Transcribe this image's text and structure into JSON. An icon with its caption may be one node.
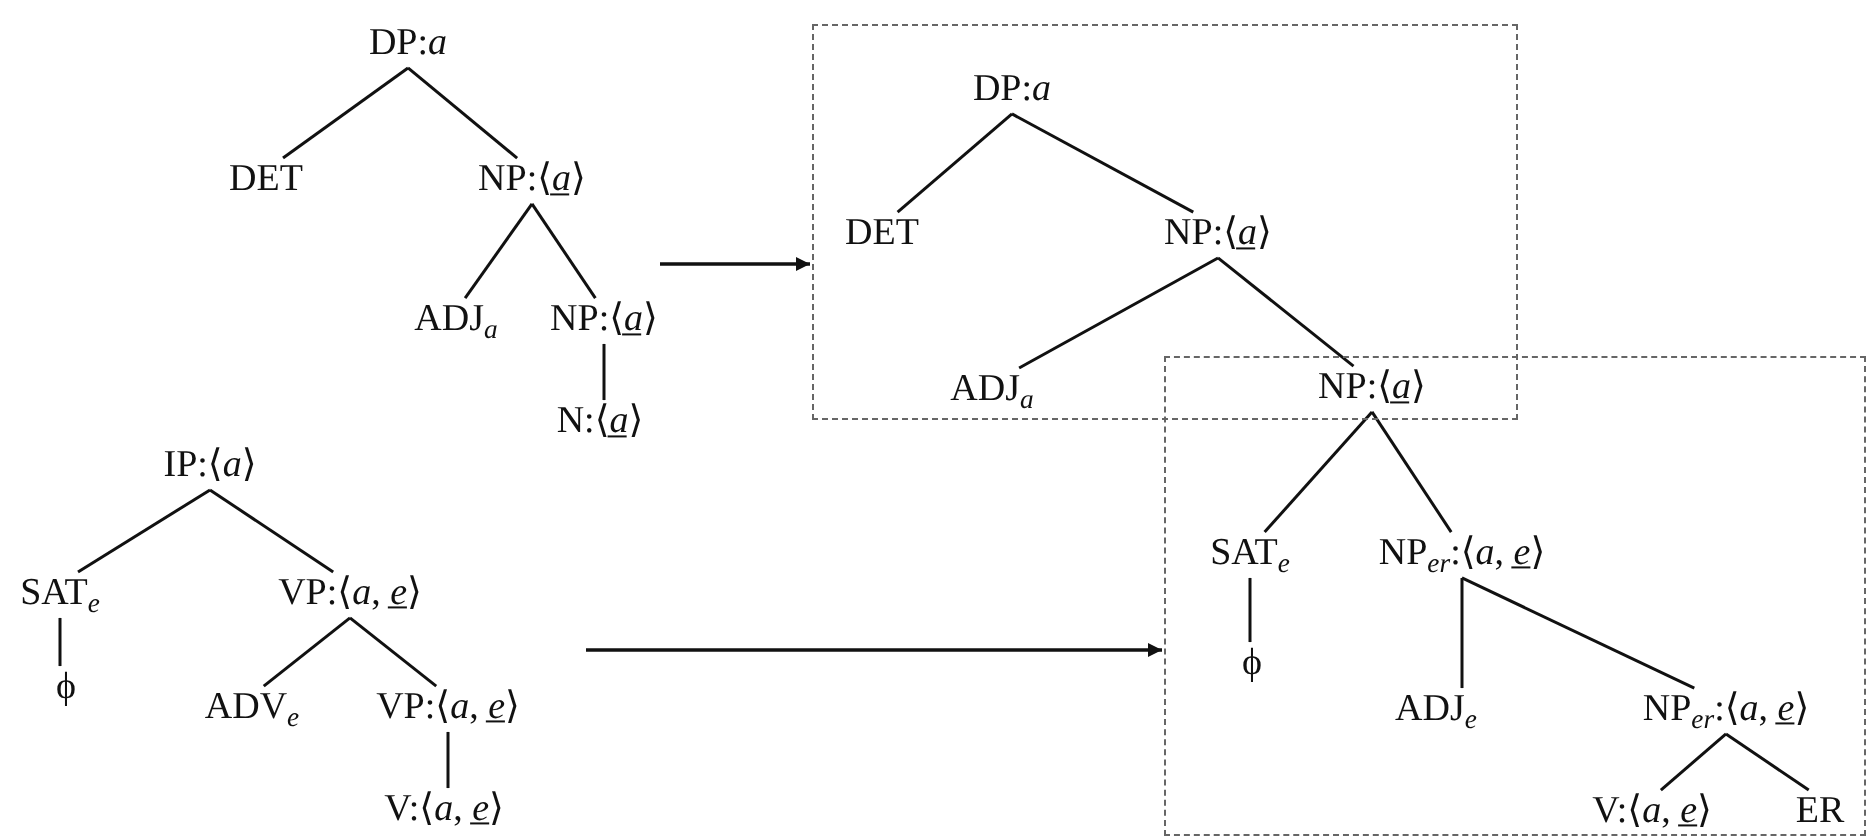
{
  "diagram": {
    "nodes": [
      {
        "text": [
          "DP:*a*"
        ]
      },
      {
        "text": [
          "DET"
        ]
      },
      {
        "text": [
          "NP:⟨*a̲*⟩"
        ]
      },
      {
        "text": [
          "ADJ$_{a}$"
        ]
      },
      {
        "text": [
          "NP:⟨*a̲*⟩"
        ]
      },
      {
        "text": [
          "N:⟨*a̲*⟩"
        ]
      },
      {
        "text": [],
        "shape": "box"
      },
      {
        "text": [
          "DP:*a*"
        ],
        "in": 6
      },
      {
        "text": [
          "DET"
        ],
        "in": 6
      },
      {
        "text": [
          "NP:⟨*a̲*⟩"
        ],
        "in": 6
      },
      {
        "text": [
          "ADJ$_{a}$"
        ],
        "in": 6
      },
      {
        "text": [
          "NP:⟨*a̲*⟩"
        ]
      },
      {
        "text": [
          "IP:⟨*a*⟩"
        ]
      },
      {
        "text": [
          "SAT$_{e}$"
        ]
      },
      {
        "text": [
          "VP:⟨*a*, *e̲*⟩"
        ]
      },
      {
        "text": [
          "ϕ"
        ]
      },
      {
        "text": [
          "ADV$_{e}$"
        ]
      },
      {
        "text": [
          "VP:⟨*a*, *e̲*⟩"
        ]
      },
      {
        "text": [
          "V:⟨*a*, *e̲*⟩"
        ]
      },
      {
        "text": [],
        "shape": "box"
      },
      {
        "text": [
          "SAT$_{e}$"
        ],
        "in": 19
      },
      {
        "text": [
          "ϕ"
        ],
        "in": 19
      },
      {
        "text": [
          "NP$_{er}$:⟨*a*, *e̲*⟩"
        ],
        "in": 19
      },
      {
        "text": [
          "ADJ$_{e}$"
        ],
        "in": 19
      },
      {
        "text": [
          "NP$_{er}$:⟨*a*, *e̲*⟩"
        ],
        "in": 19
      },
      {
        "text": [
          "V:⟨*a*, *e̲*⟩"
        ],
        "in": 19
      },
      {
        "text": [
          "ER"
        ],
        "in": 19
      }
    ],
    "edges": [
      {
        "from": 0,
        "to": 1,
        "arrow": "none"
      },
      {
        "from": 0,
        "to": 2,
        "arrow": "none"
      },
      {
        "from": 2,
        "to": 3,
        "arrow": "none"
      },
      {
        "from": 2,
        "to": 4,
        "arrow": "none"
      },
      {
        "from": 4,
        "to": 5,
        "arrow": "none"
      },
      {
        "from": 4,
        "to": 6,
        "arrow": "to"
      },
      {
        "from": 7,
        "to": 8,
        "arrow": "none"
      },
      {
        "from": 7,
        "to": 9,
        "arrow": "none"
      },
      {
        "from": 9,
        "to": 10,
        "arrow": "none"
      },
      {
        "from": 9,
        "to": 11,
        "arrow": "none"
      },
      {
        "from": 12,
        "to": 13,
        "arrow": "none"
      },
      {
        "from": 12,
        "to": 14,
        "arrow": "none"
      },
      {
        "from": 13,
        "to": 15,
        "arrow": "none"
      },
      {
        "from": 14,
        "to": 16,
        "arrow": "none"
      },
      {
        "from": 14,
        "to": 17,
        "arrow": "none"
      },
      {
        "from": 17,
        "to": 18,
        "arrow": "none"
      },
      {
        "from": null,
        "to": 19,
        "arrow": "to"
      },
      {
        "from": 11,
        "to": 20,
        "arrow": "none"
      },
      {
        "from": 11,
        "to": 22,
        "arrow": "none"
      },
      {
        "from": 20,
        "to": 21,
        "arrow": "none"
      },
      {
        "from": 22,
        "to": 23,
        "arrow": "none"
      },
      {
        "from": 22,
        "to": 24,
        "arrow": "none"
      },
      {
        "from": 24,
        "to": 25,
        "arrow": "none"
      },
      {
        "from": 24,
        "to": 26,
        "arrow": "none"
      }
    ]
  }
}
